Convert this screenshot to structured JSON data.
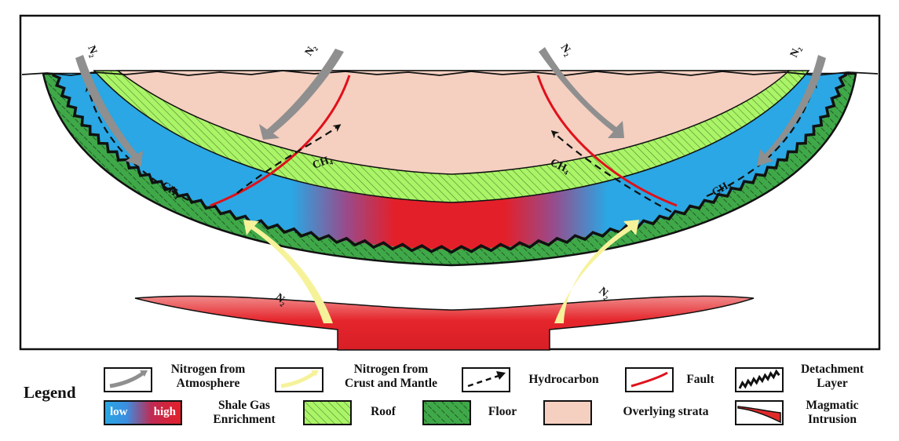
{
  "diagram": {
    "labels": {
      "n2_atmosphere": "N₂",
      "n2_crust": "N₂",
      "ch4": "CH₄"
    },
    "colors": {
      "overlying_strata": "#f5cfc0",
      "roof": "#aaf468",
      "floor": "#3fa848",
      "shale": "#2aa7e4",
      "enrichment": "#e3202a",
      "magma": "#e02a2a",
      "fault": "#e0101a",
      "n2_atmosphere_arrow": "#8f8f8f",
      "n2_crust_arrow": "#f6f29a"
    }
  },
  "legend": {
    "title": "Legend",
    "items": [
      {
        "id": "n2_atmosphere",
        "line1": "Nitrogen from",
        "line2": "Atmosphere",
        "icon": "gray-curved-arrow-icon"
      },
      {
        "id": "n2_crust",
        "line1": "Nitrogen from",
        "line2": "Crust and Mantle",
        "icon": "yellow-curved-arrow-icon"
      },
      {
        "id": "hydrocarbon",
        "line1": "Hydrocarbon",
        "line2": "",
        "icon": "dashed-arrow-icon"
      },
      {
        "id": "fault",
        "line1": "Fault",
        "line2": "",
        "icon": "red-line-icon"
      },
      {
        "id": "detachment",
        "line1": "Detachment",
        "line2": "Layer",
        "icon": "wavy-line-icon"
      },
      {
        "id": "enrichment",
        "line1": "Shale Gas",
        "line2": "Enrichment",
        "ramp_low": "low",
        "ramp_high": "high"
      },
      {
        "id": "roof",
        "line1": "Roof",
        "line2": ""
      },
      {
        "id": "floor",
        "line1": "Floor",
        "line2": ""
      },
      {
        "id": "overlying",
        "line1": "Overlying strata",
        "line2": ""
      },
      {
        "id": "magmatic",
        "line1": "Magmatic",
        "line2": "Intrusion"
      }
    ]
  }
}
